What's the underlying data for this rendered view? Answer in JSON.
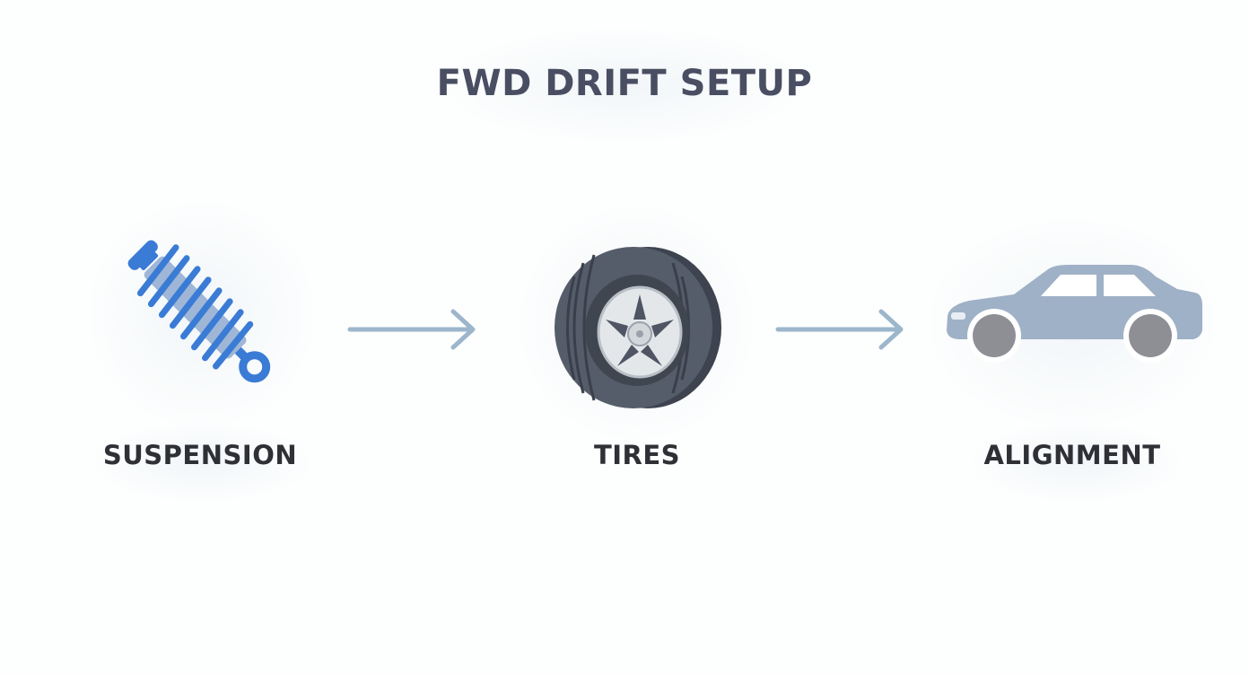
{
  "title": "FWD DRIFT SETUP",
  "steps": [
    {
      "label": "SUSPENSION",
      "icon": "shock-absorber-icon",
      "color": "#3a7bd5"
    },
    {
      "label": "TIRES",
      "icon": "tire-icon",
      "color": "#4f5563"
    },
    {
      "label": "ALIGNMENT",
      "icon": "car-icon",
      "color": "#9fb1c6"
    }
  ],
  "colors": {
    "arrow": "#9cb6cc",
    "text": "#2f2f36",
    "title": "#4a4e62",
    "background": "#fdfefe"
  }
}
